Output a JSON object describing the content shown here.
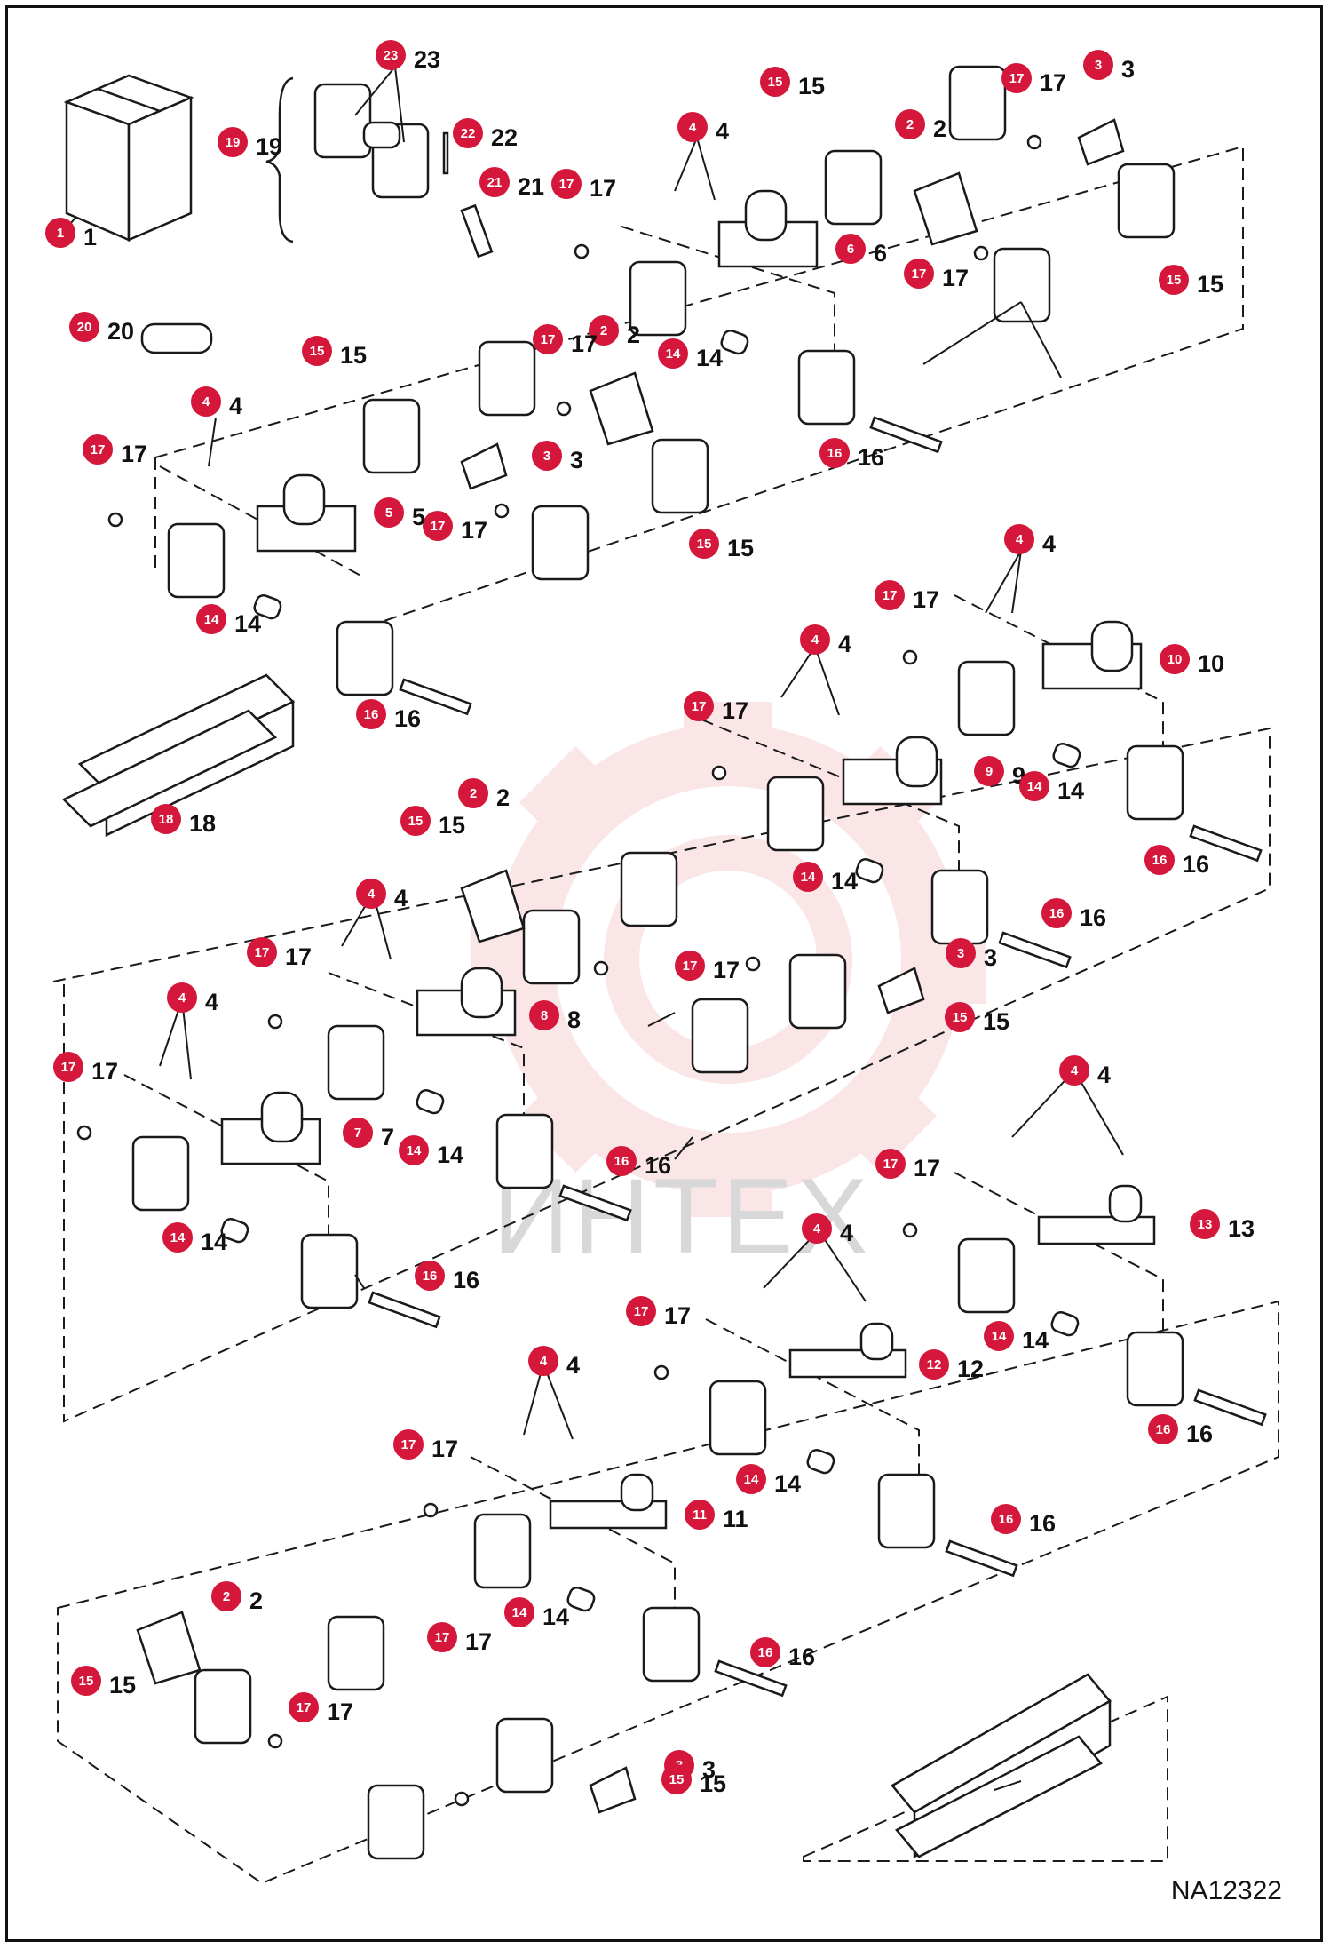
{
  "drawing_code": "NA12322",
  "watermark": "ИНТЕХ",
  "colors": {
    "callout": "#d4173a",
    "line": "#1a1a1a",
    "watermark": "#f2b8b8"
  },
  "callouts": [
    {
      "id": "c1",
      "n": "1"
    },
    {
      "id": "c23",
      "n": "23"
    },
    {
      "id": "c19",
      "n": "19"
    },
    {
      "id": "c22",
      "n": "22"
    },
    {
      "id": "c21",
      "n": "21"
    },
    {
      "id": "c20",
      "n": "20"
    },
    {
      "id": "c15a",
      "n": "15"
    },
    {
      "id": "c4a",
      "n": "4"
    },
    {
      "id": "c17a",
      "n": "17"
    },
    {
      "id": "c2a",
      "n": "2"
    },
    {
      "id": "c17b",
      "n": "17"
    },
    {
      "id": "c3a",
      "n": "3"
    },
    {
      "id": "c6",
      "n": "6"
    },
    {
      "id": "c17c",
      "n": "17"
    },
    {
      "id": "c15b",
      "n": "15"
    },
    {
      "id": "c2b",
      "n": "2"
    },
    {
      "id": "c17d",
      "n": "17"
    },
    {
      "id": "c14a",
      "n": "14"
    },
    {
      "id": "c15c",
      "n": "15"
    },
    {
      "id": "c4b",
      "n": "4"
    },
    {
      "id": "c3b",
      "n": "3"
    },
    {
      "id": "c17e",
      "n": "17"
    },
    {
      "id": "c5",
      "n": "5"
    },
    {
      "id": "c17f",
      "n": "17"
    },
    {
      "id": "c16a",
      "n": "16"
    },
    {
      "id": "c15d",
      "n": "15"
    },
    {
      "id": "c14b",
      "n": "14"
    },
    {
      "id": "c16b",
      "n": "16"
    },
    {
      "id": "c18a",
      "n": "18"
    },
    {
      "id": "c4c",
      "n": "4"
    },
    {
      "id": "c17g",
      "n": "17"
    },
    {
      "id": "c10",
      "n": "10"
    },
    {
      "id": "c4d",
      "n": "4"
    },
    {
      "id": "c17h",
      "n": "17"
    },
    {
      "id": "c9",
      "n": "9"
    },
    {
      "id": "c14c",
      "n": "14"
    },
    {
      "id": "c16c",
      "n": "16"
    },
    {
      "id": "c2c",
      "n": "2"
    },
    {
      "id": "c15e",
      "n": "15"
    },
    {
      "id": "c4e",
      "n": "4"
    },
    {
      "id": "c17i",
      "n": "17"
    },
    {
      "id": "c8",
      "n": "8"
    },
    {
      "id": "c14d",
      "n": "14"
    },
    {
      "id": "c16d",
      "n": "16"
    },
    {
      "id": "c17j",
      "n": "17"
    },
    {
      "id": "c3c",
      "n": "3"
    },
    {
      "id": "c15f",
      "n": "15"
    },
    {
      "id": "c4f",
      "n": "4"
    },
    {
      "id": "c17k",
      "n": "17"
    },
    {
      "id": "c7",
      "n": "7"
    },
    {
      "id": "c14e",
      "n": "14"
    },
    {
      "id": "c16e",
      "n": "16"
    },
    {
      "id": "c14f",
      "n": "14"
    },
    {
      "id": "c16f",
      "n": "16"
    },
    {
      "id": "c4g",
      "n": "4"
    },
    {
      "id": "c17l",
      "n": "17"
    },
    {
      "id": "c13",
      "n": "13"
    },
    {
      "id": "c4h",
      "n": "4"
    },
    {
      "id": "c17m",
      "n": "17"
    },
    {
      "id": "c12",
      "n": "12"
    },
    {
      "id": "c14g",
      "n": "14"
    },
    {
      "id": "c16g",
      "n": "16"
    },
    {
      "id": "c4i",
      "n": "4"
    },
    {
      "id": "c17n",
      "n": "17"
    },
    {
      "id": "c11",
      "n": "11"
    },
    {
      "id": "c14h",
      "n": "14"
    },
    {
      "id": "c16h",
      "n": "16"
    },
    {
      "id": "c14i",
      "n": "14"
    },
    {
      "id": "c16i",
      "n": "16"
    },
    {
      "id": "c2d",
      "n": "2"
    },
    {
      "id": "c15g",
      "n": "15"
    },
    {
      "id": "c17o",
      "n": "17"
    },
    {
      "id": "c17p",
      "n": "17"
    },
    {
      "id": "c3d",
      "n": "3"
    },
    {
      "id": "c15h",
      "n": "15"
    },
    {
      "id": "c18b",
      "n": "18"
    }
  ]
}
